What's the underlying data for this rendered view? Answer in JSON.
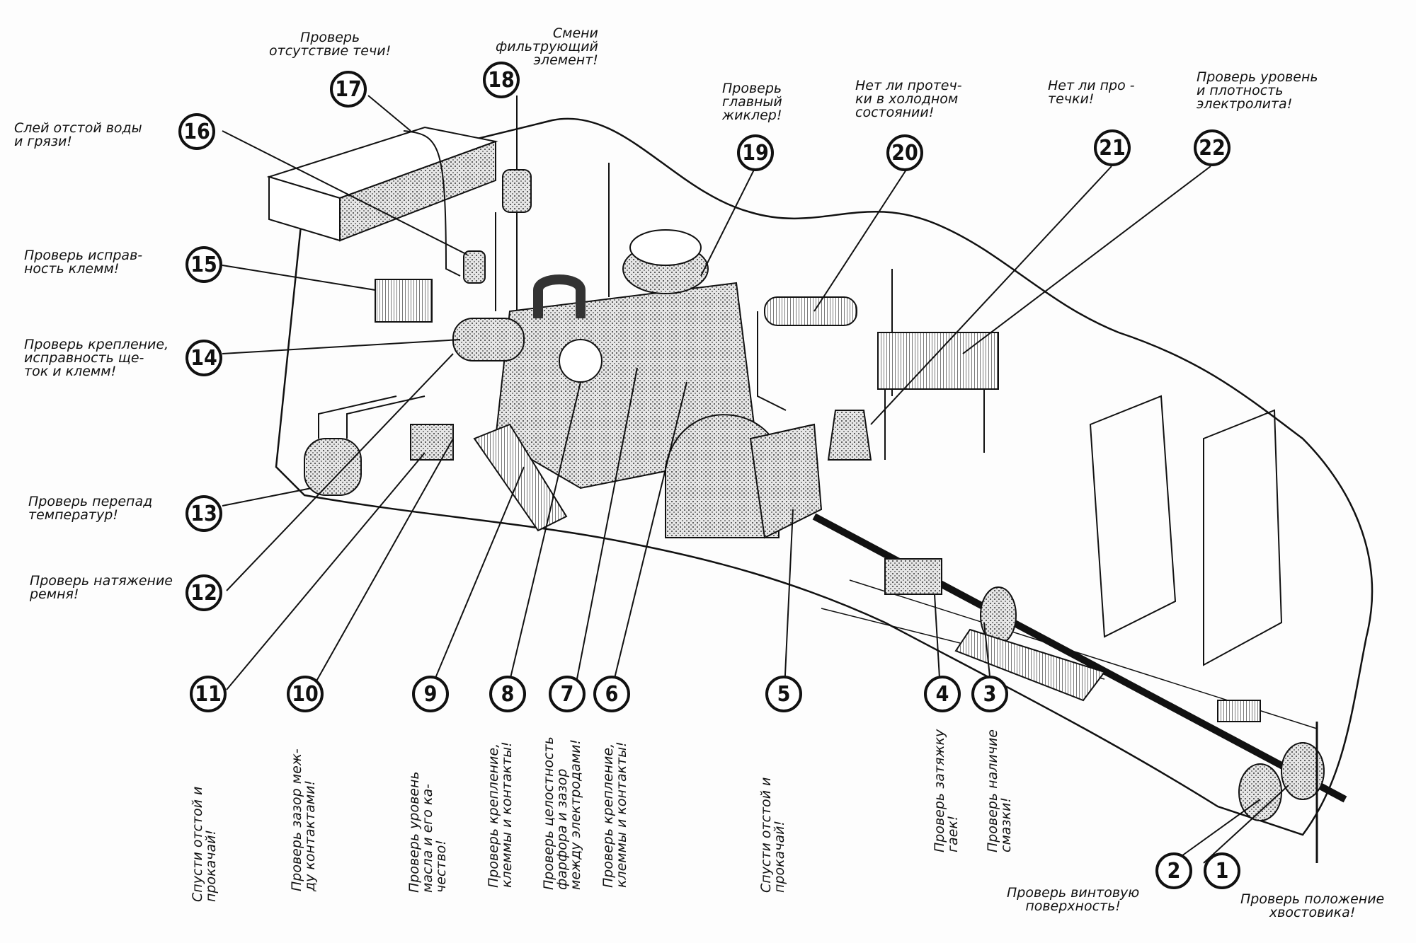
{
  "diagram": {
    "subject": "Boat engine & propulsion maintenance check points",
    "callouts": [
      {
        "number": "1",
        "text": "Проверь положение\nхвостовика!"
      },
      {
        "number": "2",
        "text": "Проверь винтовую\nповерхность!"
      },
      {
        "number": "3",
        "text": "Проверь наличие\nсмазки!"
      },
      {
        "number": "4",
        "text": "Проверь затяжку\nгаек!"
      },
      {
        "number": "5",
        "text": "Спусти отстой и\nпрокачай!"
      },
      {
        "number": "6",
        "text": "Проверь крепление,\nклеммы и контакты!"
      },
      {
        "number": "7",
        "text": "Проверь целостность\nфарфора и зазор\nмежду электродами!"
      },
      {
        "number": "8",
        "text": "Проверь крепление,\nклеммы и контакты!"
      },
      {
        "number": "9",
        "text": "Проверь уровень\nмасла и его ка-\nчество!"
      },
      {
        "number": "10",
        "text": "Проверь зазор меж-\nду контактами!"
      },
      {
        "number": "11",
        "text": "Спусти отстой и\nпрокачай!"
      },
      {
        "number": "12",
        "text": "Проверь натяжение\nремня!"
      },
      {
        "number": "13",
        "text": "Проверь перепад\nтемператур!"
      },
      {
        "number": "14",
        "text": "Проверь крепление,\nисправность ще-\nток и клемм!"
      },
      {
        "number": "15",
        "text": "Проверь исправ-\nность клемм!"
      },
      {
        "number": "16",
        "text": "Слей отстой воды\nи грязи!"
      },
      {
        "number": "17",
        "text": "Проверь\nотсутствие течи!"
      },
      {
        "number": "18",
        "text": "Смени\nфильтрующий\nэлемент!"
      },
      {
        "number": "19",
        "text": "Проверь\nглавный\nжиклер!"
      },
      {
        "number": "20",
        "text": "Нет ли протеч-\nки в холодном\nсостоянии!"
      },
      {
        "number": "21",
        "text": "Нет ли про -\nтечки!"
      },
      {
        "number": "22",
        "text": "Проверь уровень\nи плотность\nэлектролита!"
      }
    ]
  }
}
